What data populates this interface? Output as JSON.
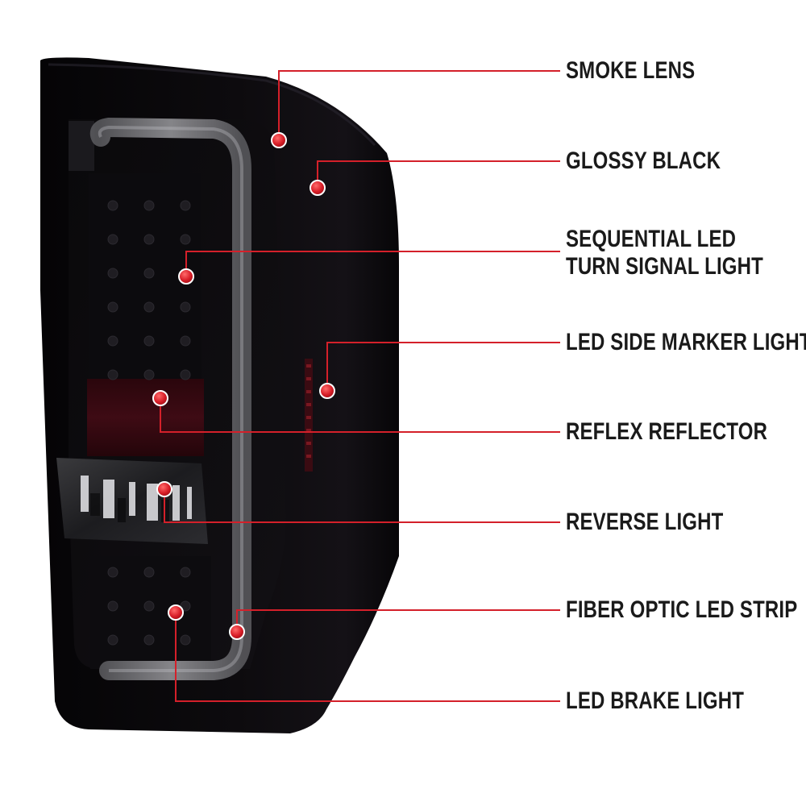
{
  "colors": {
    "background": "#ffffff",
    "housing": "#0b0a0c",
    "callout_line": "#d4202a",
    "callout_dot": "#d4202a",
    "label_text": "#1a1a1a",
    "fiber_strip": "#8a8a8e",
    "reflector": "#3a0a12"
  },
  "callouts": [
    {
      "id": "smoke-lens",
      "lines": [
        "SMOKE LENS"
      ]
    },
    {
      "id": "glossy-black",
      "lines": [
        "GLOSSY BLACK"
      ]
    },
    {
      "id": "sequential-led",
      "lines": [
        "SEQUENTIAL LED",
        "TURN SIGNAL LIGHT"
      ]
    },
    {
      "id": "side-marker",
      "lines": [
        "LED SIDE MARKER LIGHT"
      ]
    },
    {
      "id": "reflex-reflector",
      "lines": [
        "REFLEX REFLECTOR"
      ]
    },
    {
      "id": "reverse-light",
      "lines": [
        "REVERSE LIGHT"
      ]
    },
    {
      "id": "fiber-optic",
      "lines": [
        "FIBER OPTIC LED STRIP"
      ]
    },
    {
      "id": "brake-light",
      "lines": [
        "LED BRAKE LIGHT"
      ]
    }
  ]
}
